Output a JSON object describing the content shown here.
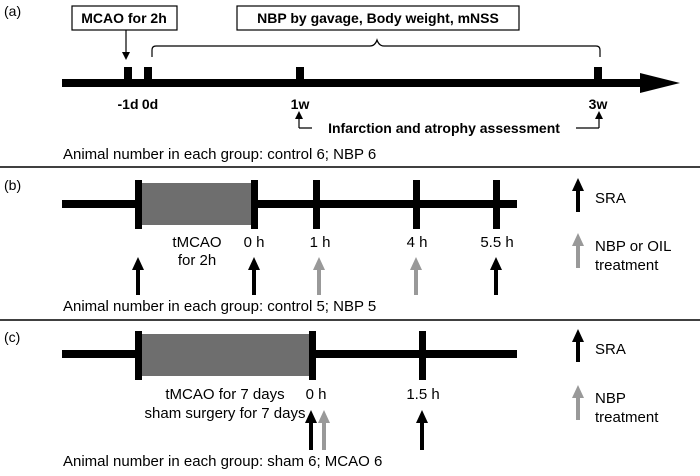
{
  "panel_a": {
    "letter": "(a)",
    "mcao_label": "MCAO for 2h",
    "nbp_label": "NBP by gavage, Body weight, mNSS",
    "ticks": [
      "-1d",
      "0d",
      "1w",
      "3w"
    ],
    "assessment_label": "Infarction and atrophy assessment",
    "animal_number": "Animal number in each group: control 6; NBP 6"
  },
  "panel_b": {
    "letter": "(b)",
    "tmcao_line1": "tMCAO",
    "tmcao_line2": "for 2h",
    "ticks": [
      "0 h",
      "1 h",
      "4 h",
      "5.5 h"
    ],
    "legend_sra": "SRA",
    "legend_treat_line1": "NBP or OIL",
    "legend_treat_line2": "treatment",
    "animal_number": "Animal number in each group: control 5; NBP 5"
  },
  "panel_c": {
    "letter": "(c)",
    "tmcao_line1": "tMCAO for 7 days",
    "tmcao_line2": "sham surgery for 7 days",
    "ticks": [
      "0 h",
      "1.5 h"
    ],
    "legend_sra": "SRA",
    "legend_treat_line1": "NBP",
    "legend_treat_line2": "treatment",
    "animal_number": "Animal number in each group: sham 6; MCAO 6"
  },
  "colors": {
    "black_arrow": "#000000",
    "gray_arrow": "#999999",
    "occlusion_bar": "#6e6e6e"
  }
}
